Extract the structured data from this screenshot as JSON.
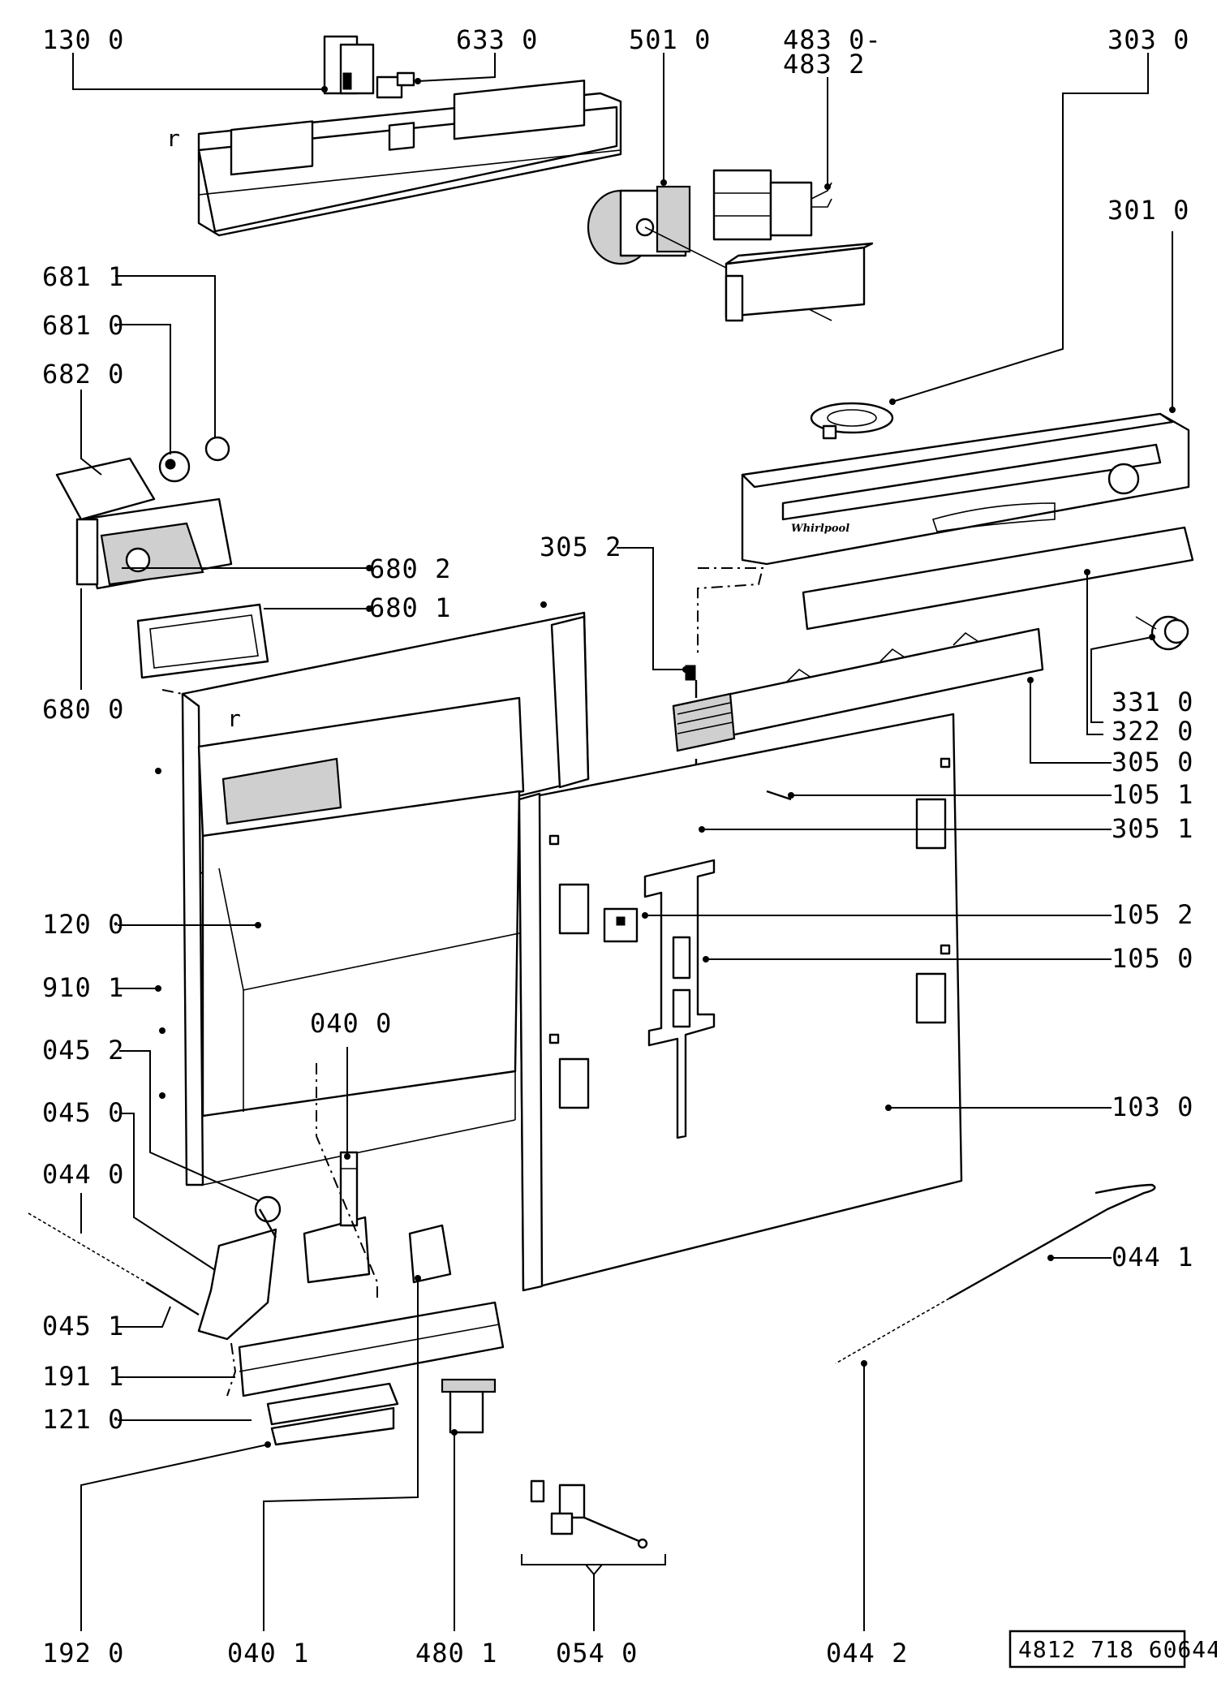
{
  "diagram": {
    "brand_mark": "Whirlpool",
    "document_ref": "4812 718 60644",
    "labels": {
      "l_130_0": "130 0",
      "l_633_0": "633 0",
      "l_501_0": "501 0",
      "l_483_0": "483 0-",
      "l_483_2": "483 2",
      "l_303_0": "303 0",
      "l_301_0": "301 0",
      "l_681_1": "681 1",
      "l_681_0": "681 0",
      "l_682_0": "682 0",
      "l_680_2": "680 2",
      "l_680_1": "680 1",
      "l_680_0": "680 0",
      "l_305_2": "305 2",
      "l_331_0": "331 0",
      "l_322_0": "322 0",
      "l_305_0": "305 0",
      "l_105_1": "105 1",
      "l_305_1": "305 1",
      "l_105_2": "105 2",
      "l_105_0": "105 0",
      "l_103_0": "103 0",
      "l_120_0": "120 0",
      "l_910_1": "910 1",
      "l_040_0": "040 0",
      "l_045_2": "045 2",
      "l_045_0": "045 0",
      "l_044_0": "044 0",
      "l_045_1": "045 1",
      "l_191_1": "191 1",
      "l_121_0": "121 0",
      "l_044_1": "044 1",
      "l_192_0": "192 0",
      "l_040_1": "040 1",
      "l_480_1": "480 1",
      "l_054_0": "054 0",
      "l_044_2": "044 2"
    }
  }
}
